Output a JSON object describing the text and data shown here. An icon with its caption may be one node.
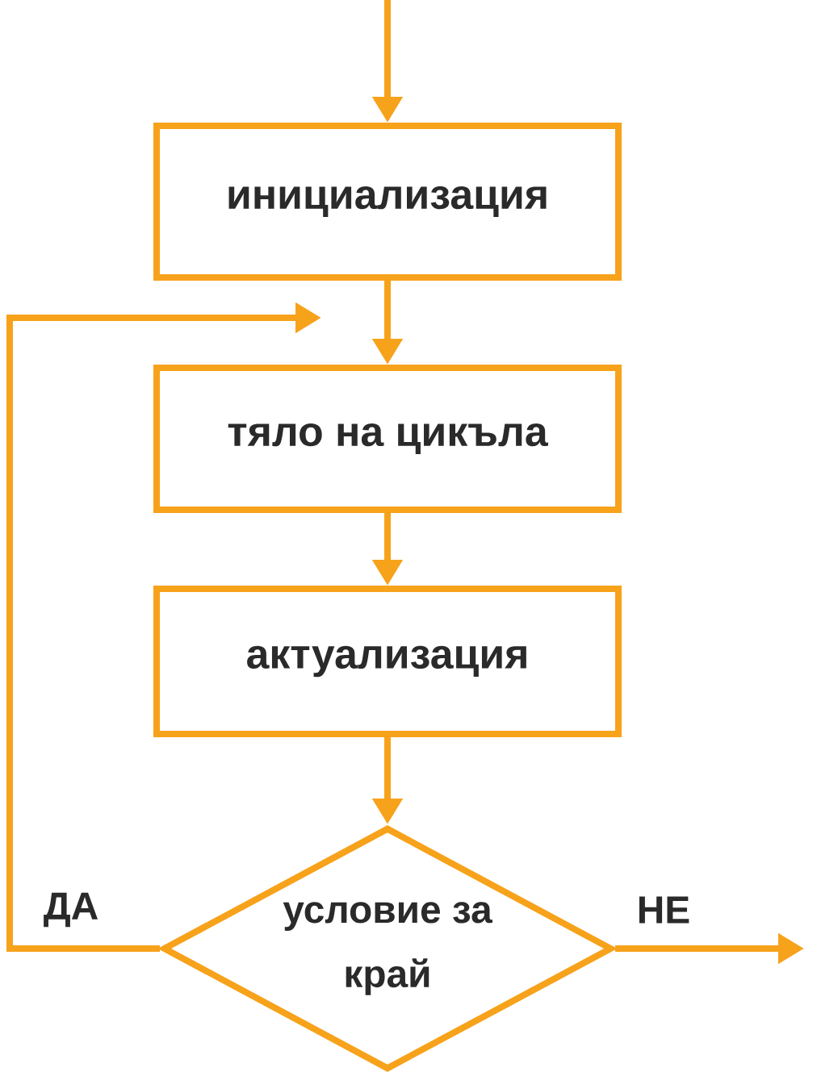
{
  "diagram": {
    "nodes": [
      {
        "text": [
          "инициализация"
        ]
      },
      {
        "text": [
          "тяло на цикъла"
        ]
      },
      {
        "text": [
          "актуализация"
        ]
      },
      {
        "text": [
          "условие за край"
        ]
      }
    ],
    "edges": [
      {
        "from": null,
        "to": 0,
        "arrow": "to"
      },
      {
        "from": 0,
        "to": 1,
        "arrow": "to"
      },
      {
        "from": 1,
        "to": 2,
        "arrow": "to"
      },
      {
        "from": 2,
        "to": 3,
        "arrow": "to"
      },
      {
        "from": 3,
        "to": null,
        "arrow": "to",
        "label": "ДА"
      },
      {
        "from": 3,
        "to": null,
        "arrow": "to",
        "label": "НЕ"
      }
    ]
  }
}
